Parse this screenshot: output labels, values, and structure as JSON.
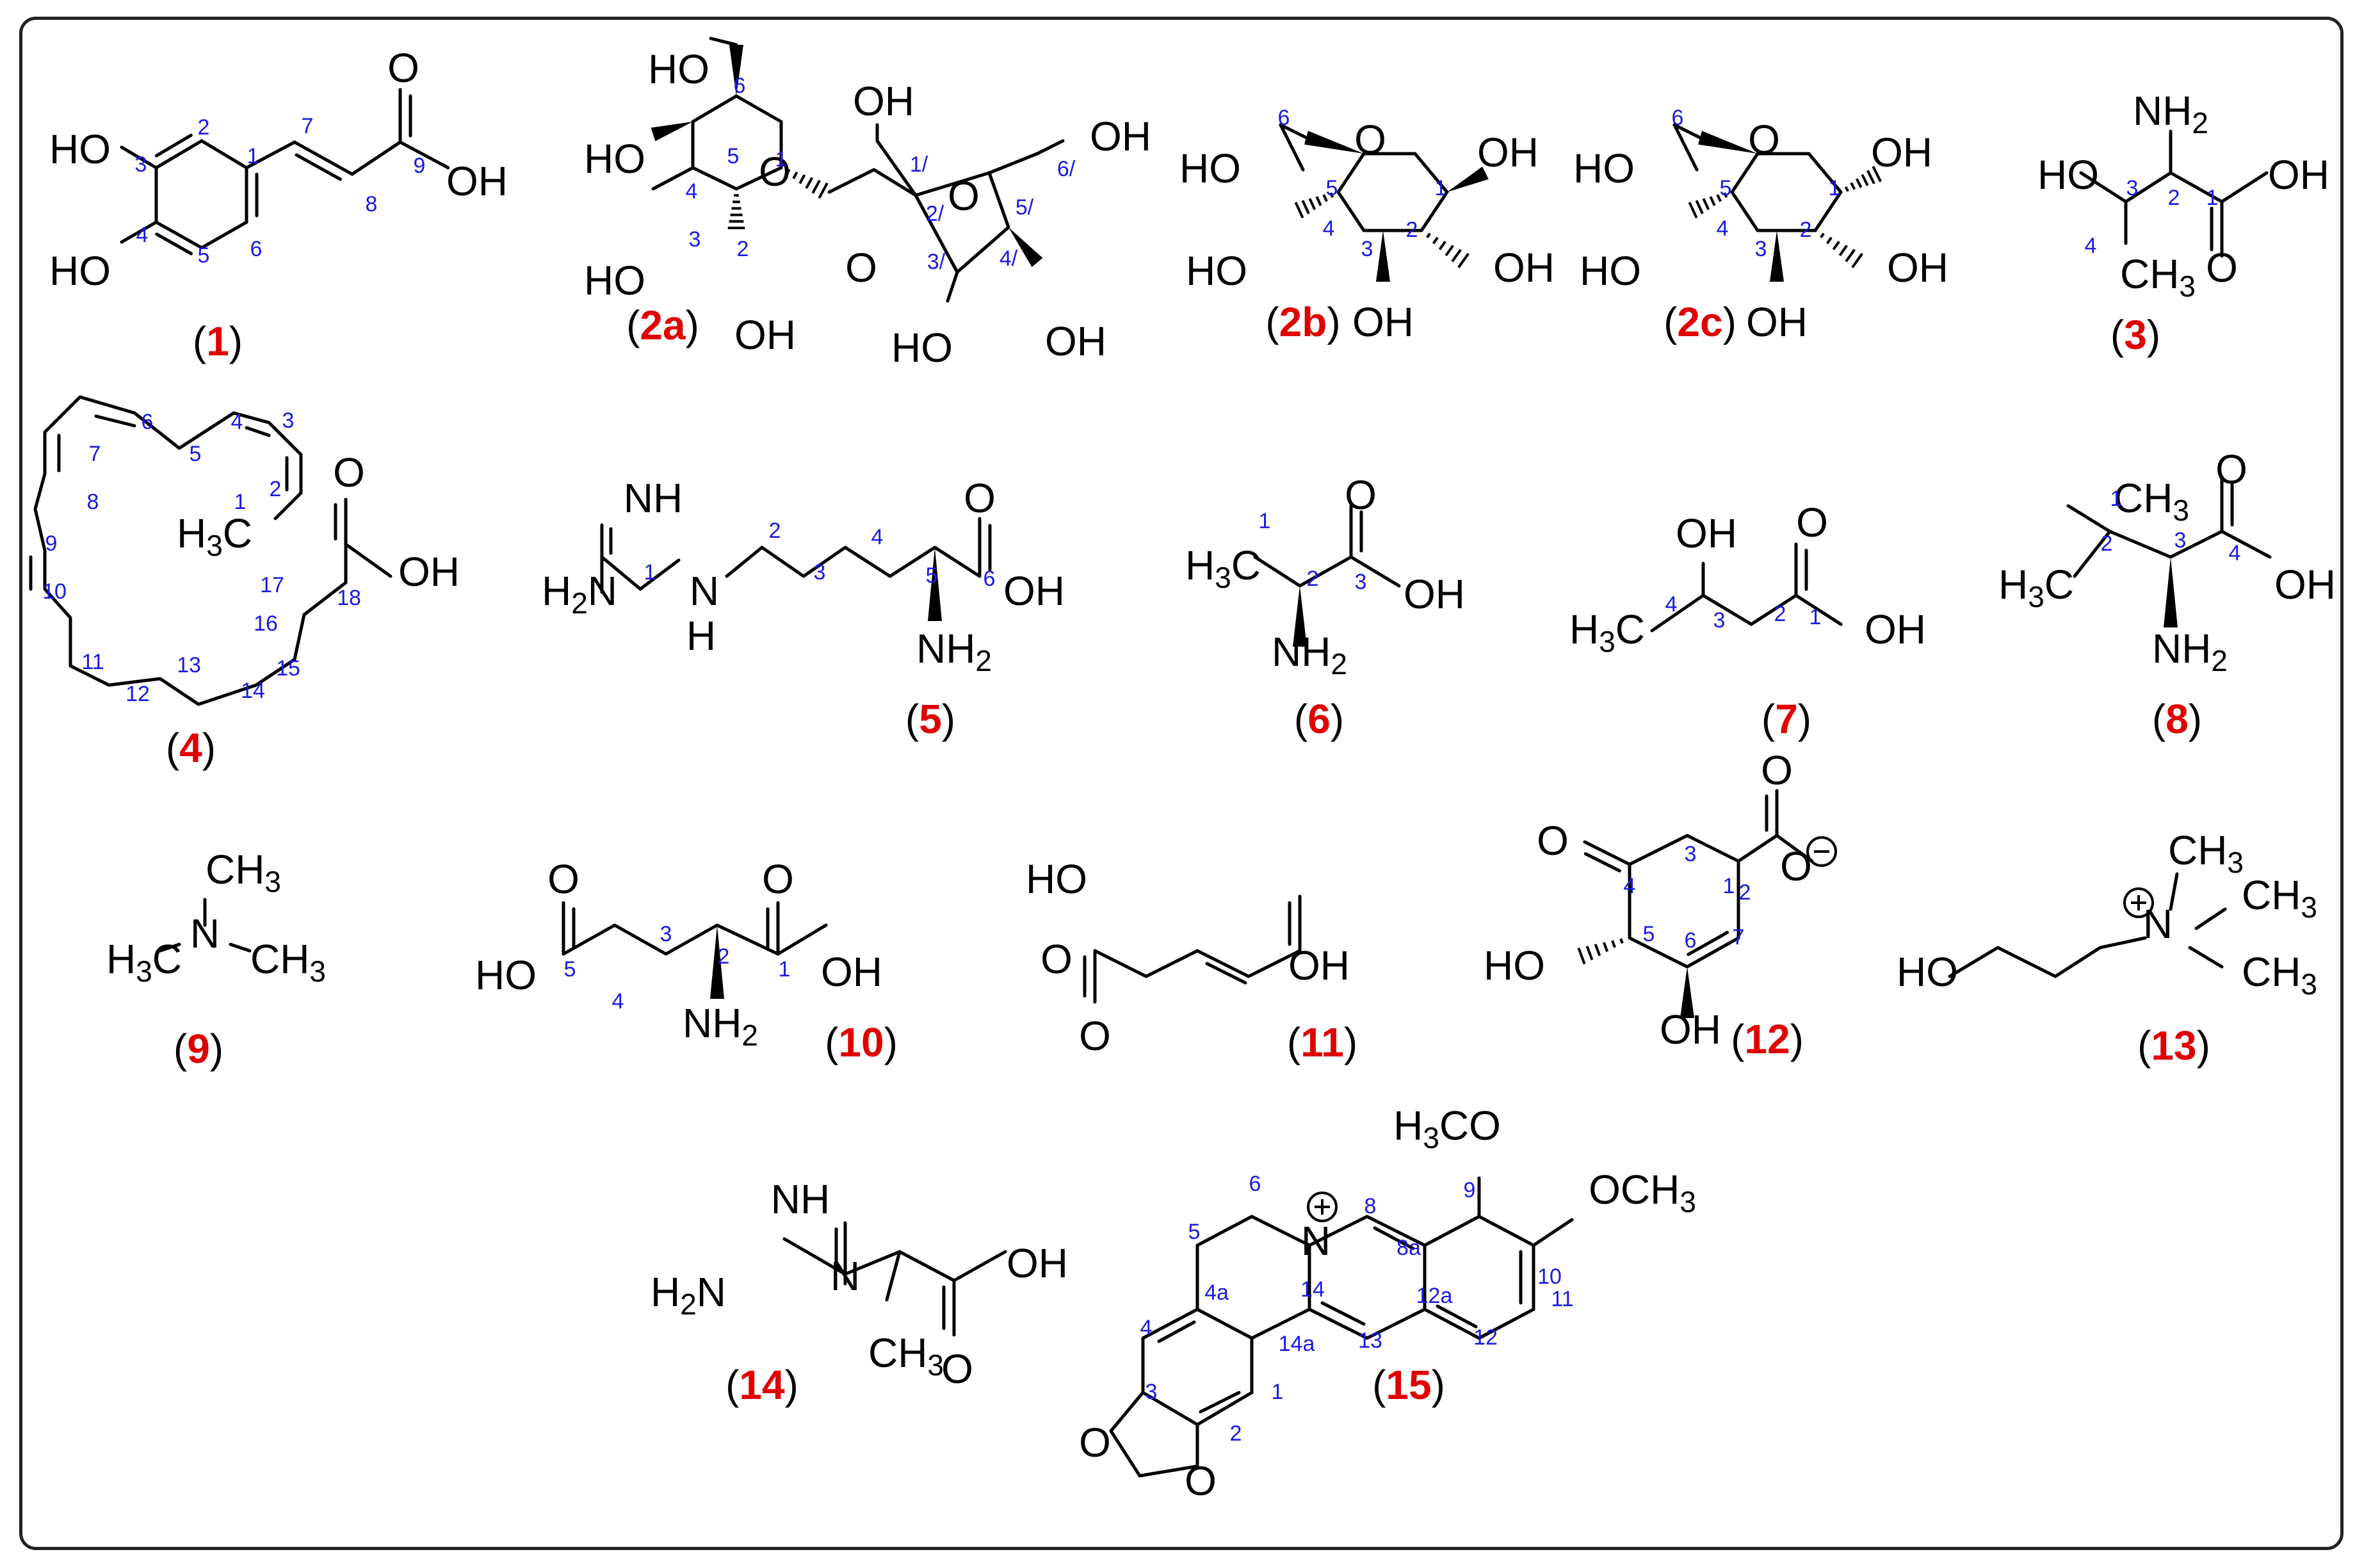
{
  "compounds": [
    {
      "id": "1",
      "numbers": [
        "1",
        "2",
        "3",
        "4",
        "5",
        "6",
        "7",
        "8",
        "9"
      ],
      "atoms": [
        "HO",
        "HO",
        "O",
        "OH"
      ]
    },
    {
      "id": "2a",
      "numbers": [
        "1",
        "2",
        "3",
        "4",
        "5",
        "6",
        "1/",
        "2/",
        "3/",
        "4/",
        "5/",
        "6/"
      ],
      "atoms": [
        "HO",
        "HO",
        "HO",
        "OH",
        "O",
        "O",
        "OH",
        "O",
        "OH",
        "HO",
        "OH"
      ]
    },
    {
      "id": "2b",
      "numbers": [
        "1",
        "2",
        "3",
        "4",
        "5",
        "6"
      ],
      "atoms": [
        "HO",
        "O",
        "OH",
        "HO",
        "OH",
        "OH"
      ]
    },
    {
      "id": "2c",
      "numbers": [
        "1",
        "2",
        "3",
        "4",
        "5",
        "6"
      ],
      "atoms": [
        "HO",
        "O",
        "OH",
        "HO",
        "OH",
        "OH"
      ]
    },
    {
      "id": "3",
      "numbers": [
        "1",
        "2",
        "3",
        "4"
      ],
      "atoms": [
        "NH2",
        "HO",
        "OH",
        "CH3",
        "O"
      ]
    },
    {
      "id": "4",
      "numbers": [
        "1",
        "2",
        "3",
        "4",
        "5",
        "6",
        "7",
        "8",
        "9",
        "10",
        "11",
        "12",
        "13",
        "14",
        "15",
        "16",
        "17",
        "18"
      ],
      "atoms": [
        "H3C",
        "O",
        "OH"
      ]
    },
    {
      "id": "5",
      "numbers": [
        "1",
        "2",
        "3",
        "4",
        "5",
        "6"
      ],
      "atoms": [
        "NH",
        "H2N",
        "N",
        "H",
        "O",
        "OH",
        "NH2"
      ]
    },
    {
      "id": "6",
      "numbers": [
        "1",
        "2",
        "3"
      ],
      "atoms": [
        "H3C",
        "O",
        "OH",
        "NH2"
      ]
    },
    {
      "id": "7",
      "numbers": [
        "1",
        "2",
        "3",
        "4"
      ],
      "atoms": [
        "OH",
        "O",
        "H3C",
        "OH"
      ]
    },
    {
      "id": "8",
      "numbers": [
        "1",
        "2",
        "3",
        "4"
      ],
      "atoms": [
        "CH3",
        "O",
        "H3C",
        "OH",
        "NH2"
      ]
    },
    {
      "id": "9",
      "numbers": [],
      "atoms": [
        "CH3",
        "H3C",
        "N",
        "CH3"
      ]
    },
    {
      "id": "10",
      "numbers": [
        "1",
        "2",
        "3",
        "4",
        "5"
      ],
      "atoms": [
        "O",
        "O",
        "HO",
        "OH",
        "NH2"
      ]
    },
    {
      "id": "11",
      "numbers": [],
      "atoms": [
        "O",
        "HO",
        "OH",
        "O"
      ]
    },
    {
      "id": "12",
      "numbers": [
        "1",
        "2",
        "3",
        "4",
        "5",
        "6",
        "7"
      ],
      "atoms": [
        "O",
        "O",
        "O",
        "HO",
        "OH"
      ]
    },
    {
      "id": "13",
      "numbers": [],
      "atoms": [
        "CH3",
        "N",
        "CH3",
        "HO",
        "CH3"
      ]
    },
    {
      "id": "14",
      "numbers": [],
      "atoms": [
        "NH",
        "H2N",
        "N",
        "OH",
        "CH3",
        "O"
      ]
    },
    {
      "id": "15",
      "numbers": [
        "1",
        "2",
        "3",
        "4",
        "4a",
        "5",
        "6",
        "8",
        "8a",
        "9",
        "10",
        "11",
        "12",
        "12a",
        "13",
        "14",
        "14a"
      ],
      "atoms": [
        "H3CO",
        "N",
        "OCH3",
        "O",
        "O"
      ]
    }
  ]
}
